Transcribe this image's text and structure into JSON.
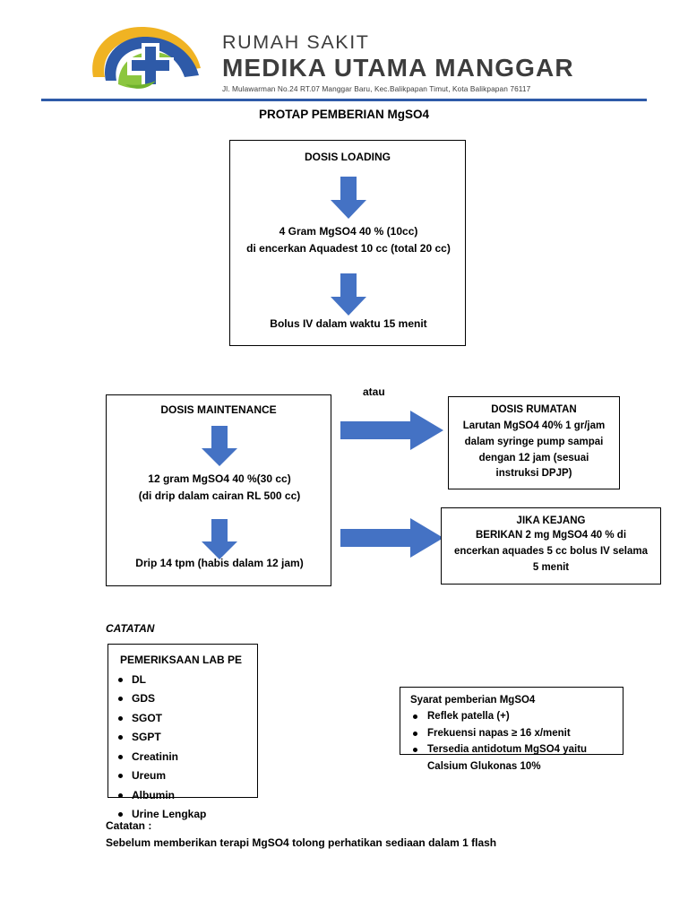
{
  "header": {
    "logo_name": "hospital-logo",
    "line1": "RUMAH SAKIT",
    "line2": "MEDIKA UTAMA MANGGAR",
    "address": "Jl. Mulawarman No.24 RT.07 Manggar Baru, Kec.Balikpapan Timut, Kota Balikpapan 76117",
    "rule_color": "#2e5aa8"
  },
  "title": "PROTAP PEMBERIAN MgSO4",
  "colors": {
    "arrow": "#4472c4",
    "arrow_dark": "#3a63b0",
    "logo_blue": "#2e5aa8",
    "logo_green": "#8cc63f",
    "logo_yellow": "#f0b323"
  },
  "loading": {
    "heading": "DOSIS LOADING",
    "step1_line1": "4 Gram MgSO4 40 % (10cc)",
    "step1_line2": "di encerkan Aquadest 10 cc (total 20 cc)",
    "step2": "Bolus IV dalam waktu 15 menit"
  },
  "maintenance": {
    "heading": "DOSIS MAINTENANCE",
    "step1_line1": "12 gram MgSO4 40 %(30 cc)",
    "step1_line2": "(di drip dalam cairan RL 500 cc)",
    "step2": "Drip 14 tpm (habis dalam 12 jam)"
  },
  "connector_label": "atau",
  "rumatan": {
    "heading": "DOSIS RUMATAN",
    "line1": "Larutan MgSO4 40% 1 gr/jam",
    "line2": "dalam syringe pump sampai",
    "line3": "dengan 12 jam (sesuai",
    "line4": "instruksi DPJP)"
  },
  "kejang": {
    "heading": "JIKA KEJANG",
    "line1": "BERIKAN 2 mg MgSO4 40 % di",
    "line2": "encerkan aquades 5 cc bolus IV selama",
    "line3": "5 menit"
  },
  "catatan_label": "CATATAN",
  "lab": {
    "heading": "PEMERIKSAAN LAB PE",
    "items": [
      "DL",
      "GDS",
      "SGOT",
      "SGPT",
      "Creatinin",
      "Ureum",
      "Albumin",
      "Urine Lengkap"
    ]
  },
  "syarat": {
    "heading": "Syarat pemberian MgSO4",
    "items": [
      "Reflek patella (+)",
      "Frekuensi napas ≥ 16 x/menit",
      "Tersedia antidotum MgSO4 yaitu Calsium Glukonas 10%"
    ]
  },
  "bottom_note": {
    "line1": "Catatan :",
    "line2": "Sebelum memberikan terapi MgSO4 tolong perhatikan sediaan dalam 1 flash"
  }
}
